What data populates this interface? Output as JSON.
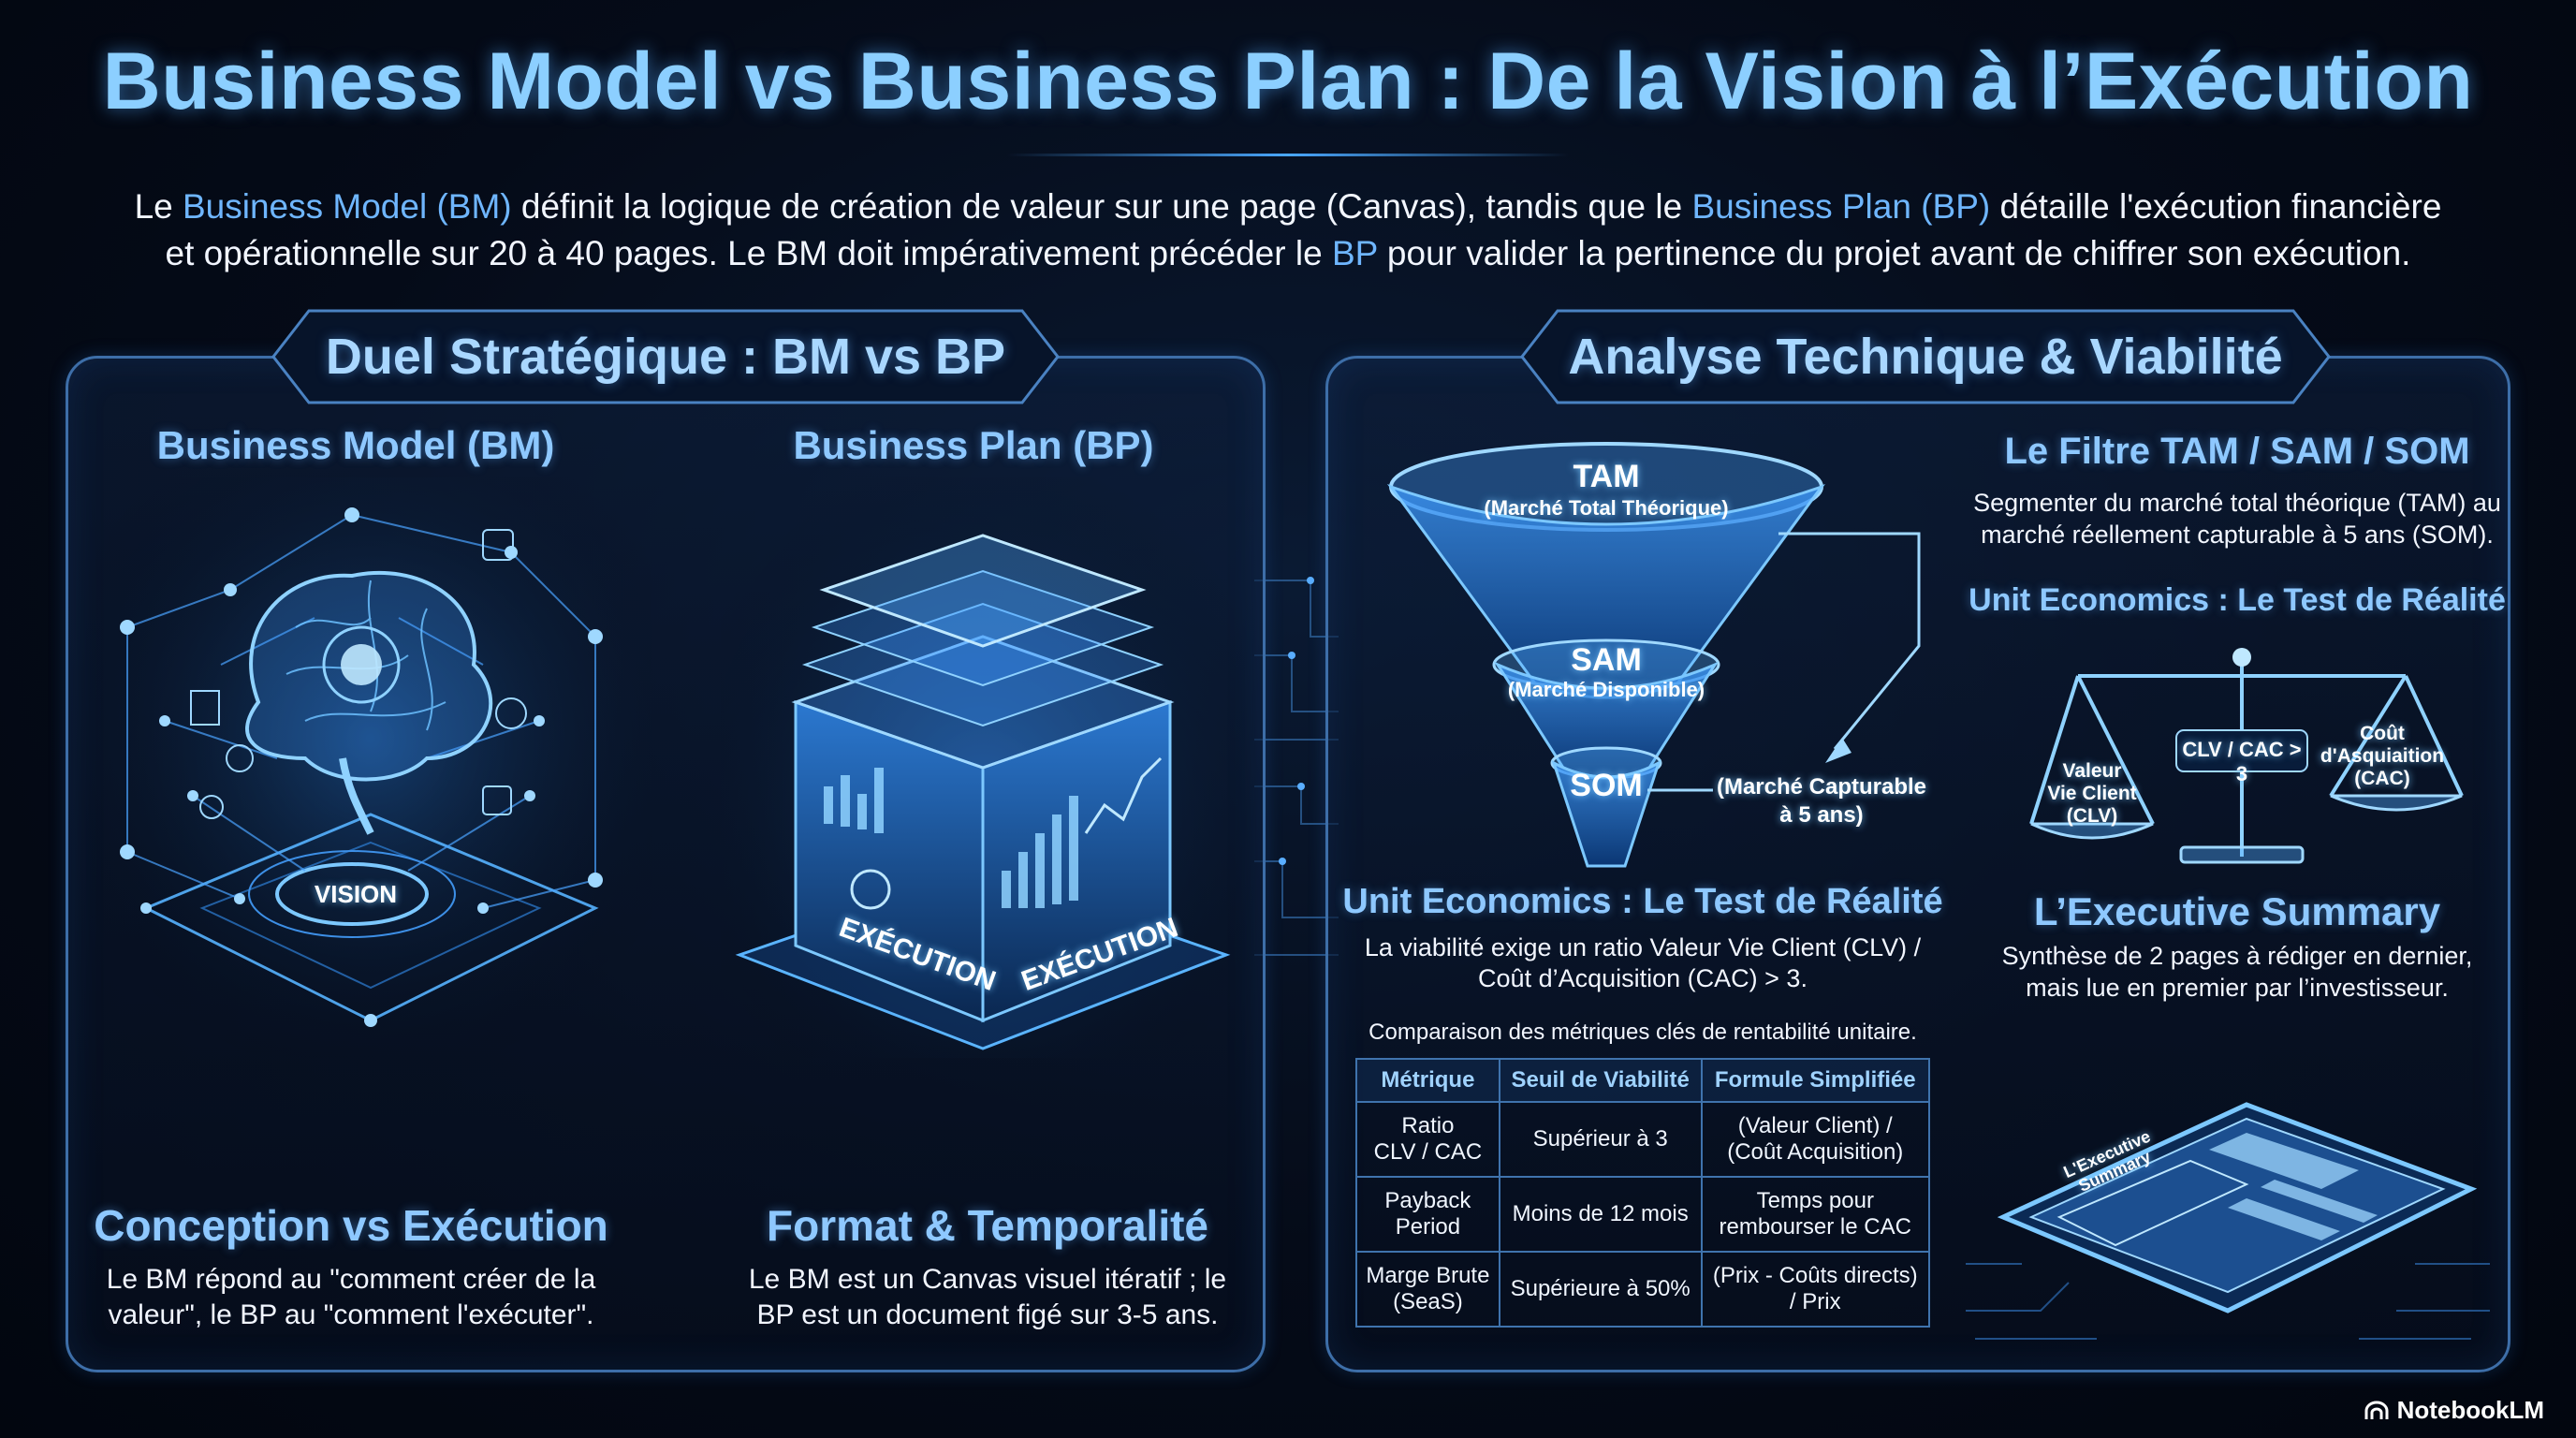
{
  "header": {
    "title": "Business Model vs Business Plan : De la Vision à l’Exécution",
    "intro": {
      "p1": "Le ",
      "bm": "Business Model (BM)",
      "p2": " définit la logique de création de valeur sur une page (Canvas), tandis que le ",
      "bp": "Business Plan (BP)",
      "p3": " détaille l'exécution financière",
      "p4": "et opérationnelle sur 20 à 40 pages. Le BM doit impérativement précéder le ",
      "bp_short": "BP",
      "p5": " pour valider la pertinence du projet avant de chiffrer son exécution."
    }
  },
  "left_panel": {
    "title": "Duel Stratégique : BM vs BP",
    "bm_heading": "Business Model (BM)",
    "bp_heading": "Business Plan (BP)",
    "vision_label": "VISION",
    "execution_left": "EXÉCUTION",
    "execution_right": "EXÉCUTION",
    "conception_heading": "Conception vs Exécution",
    "conception_line1": "Le BM répond au \"comment créer de la",
    "conception_line2": "valeur\", le BP au \"comment l'exécuter\".",
    "format_heading": "Format & Temporalité",
    "format_line1": "Le BM est un Canvas visuel itératif ; le",
    "format_line2": "BP est un document figé sur 3-5 ans."
  },
  "right_panel": {
    "title": "Analyse Technique & Viabilité",
    "funnel": {
      "tam": "TAM",
      "tam_sub": "(Marché Total Théorique)",
      "sam": "SAM",
      "sam_sub": "(Marché Disponible)",
      "som": "SOM",
      "som_sub1": "(Marché Capturable",
      "som_sub2": "à 5 ans)"
    },
    "filter_heading": "Le Filtre TAM / SAM / SOM",
    "filter_line1": "Segmenter du marché total théorique (TAM) au",
    "filter_line2": "marché réellement capturable à 5 ans (SOM).",
    "ue_heading_right": "Unit Economics : Le Test de Réalité",
    "scale": {
      "left1": "Valeur",
      "left2": "Vie Client",
      "left3": "(CLV)",
      "center": "CLV / CAC > 3",
      "right1": "Coût",
      "right2": "d'Asquiaition",
      "right3": "(CAC)"
    },
    "ue_heading_left": "Unit Economics : Le Test de Réalité",
    "ue_line1": "La viabilité exige un ratio Valeur Vie Client (CLV) /",
    "ue_line2": "Coût d’Acquisition (CAC) > 3.",
    "exec_heading": "L’Executive Summary",
    "exec_line1": "Synthèse de 2 pages à rédiger en dernier,",
    "exec_line2": "mais lue en premier par l’investisseur.",
    "tablet_label1": "L'Executive",
    "tablet_label2": "Summary",
    "table_caption": "Comparaison des métriques clés de rentabilité unitaire.",
    "table": {
      "headers": [
        "Métrique",
        "Seuil de Viabilité",
        "Formule Simplifiée"
      ],
      "rows": [
        [
          "Ratio",
          "CLV / CAC",
          "Supérieur à 3",
          "(Valeur Client) /",
          "(Coût Acquisition)"
        ],
        [
          "Payback",
          "Period",
          "Moins de 12 mois",
          "Temps pour",
          "rembourser le CAC"
        ],
        [
          "Marge Brute",
          "(SeaS)",
          "Supérieure à 50%",
          "(Prix - Coûts directs)",
          "/ Prix"
        ]
      ]
    }
  },
  "footer": {
    "brand": "NotebookLM"
  },
  "colors": {
    "accent": "#8ccfff",
    "panel_border": "#3d6ea8",
    "highlight": "#6fb6ff"
  }
}
